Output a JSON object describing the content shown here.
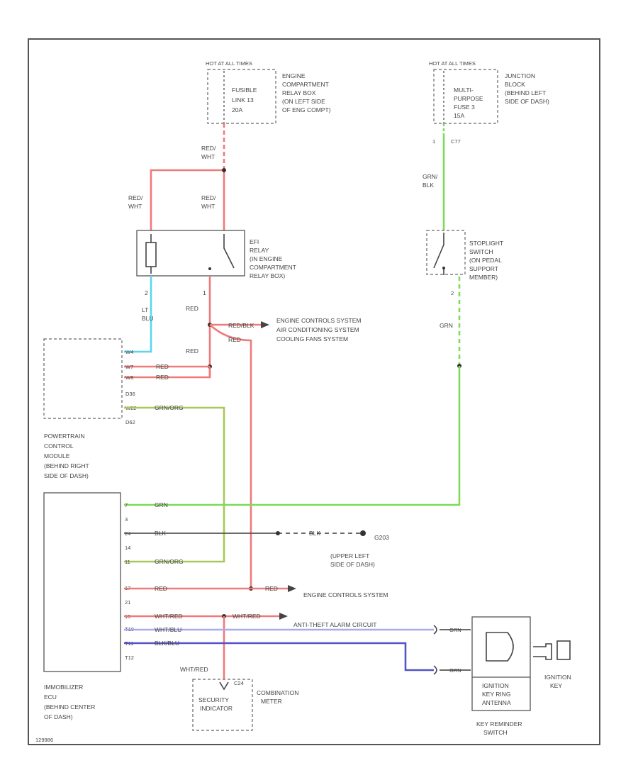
{
  "fuse1": {
    "hot": "HOT AT ALL TIMES",
    "label": [
      "FUSIBLE",
      "LINK 13",
      "20A"
    ],
    "location": [
      "ENGINE",
      "COMPARTMENT",
      "RELAY BOX",
      "(ON LEFT SIDE",
      "OF ENG COMPT)"
    ]
  },
  "fuse2": {
    "hot": "HOT AT ALL TIMES",
    "label": [
      "MULTI-",
      "PURPOSE",
      "FUSE 3",
      "15A"
    ],
    "location": [
      "JUNCTION",
      "BLOCK",
      "(BEHIND LEFT",
      "SIDE OF DASH)"
    ]
  },
  "efi_relay": {
    "label": [
      "EFI",
      "RELAY",
      "(IN ENGINE",
      "COMPARTMENT",
      "RELAY BOX)"
    ],
    "pin_coil": "2",
    "pin_contact": "1"
  },
  "stoplight": {
    "label": [
      "STOPLIGHT",
      "SWITCH",
      "(ON PEDAL",
      "SUPPORT",
      "MEMBER)"
    ],
    "pin_top": "1",
    "pin_bottom": "2",
    "connector_top": "C77"
  },
  "pcm": {
    "label": [
      "POWERTRAIN",
      "CONTROL",
      "MODULE",
      "(BEHIND RIGHT",
      "SIDE OF DASH)"
    ],
    "pins": [
      "W4",
      "W7",
      "W8",
      "D36",
      "W22",
      "D62"
    ]
  },
  "immobilizer": {
    "label": [
      "IMMOBILIZER",
      "ECU",
      "(BEHIND CENTER",
      "OF DASH)"
    ],
    "pins": [
      "7",
      "3",
      "24",
      "14",
      "11",
      "17",
      "21",
      "15",
      "T10",
      "T11",
      "T12"
    ]
  },
  "wires": {
    "red_wht_1": [
      "RED/",
      "WHT"
    ],
    "red_wht_2": [
      "RED/",
      "WHT"
    ],
    "red_wht_3": [
      "RED/",
      "WHT"
    ],
    "grn_blk": [
      "GRN/",
      "BLK"
    ],
    "lt_blu": [
      "LT",
      "BLU"
    ],
    "red": "RED",
    "red2": "RED",
    "grn": "GRN",
    "pcm_w4": "LT BLU",
    "pcm_w7": "RED",
    "pcm_w8": "RED",
    "pcm_w22": "GRN/ORG",
    "imm_7": "GRN",
    "imm_24": "BLK",
    "imm_11": "GRN/ORG",
    "imm_17": "RED",
    "imm_15": "WHT/RED",
    "imm_t10": "WHT/BLU",
    "imm_t11": "BLK/BLU",
    "ground_blk": "BLK",
    "branch_red": "RED",
    "right_red": "RED",
    "right_wr": "WHT/RED",
    "left_wr": "WHT/RED",
    "grn_ant_top": "GRN",
    "grn_ant_bot": "GRN",
    "red_blk": "RED/BLK"
  },
  "dest1": [
    "ENGINE CONTROLS SYSTEM",
    "AIR CONDITIONING SYSTEM",
    "COOLING FANS SYSTEM"
  ],
  "dest2": "ENGINE CONTROLS SYSTEM",
  "dest3": "ANTI-THEFT ALARM CIRCUIT",
  "ground": {
    "id": "G203",
    "location": [
      "(UPPER LEFT",
      "SIDE OF DASH)"
    ]
  },
  "combination_meter": {
    "label": [
      "COMBINATION",
      "METER"
    ],
    "indicator": [
      "SECURITY",
      "INDICATOR"
    ],
    "connector": "C24"
  },
  "key_switch": {
    "antenna": [
      "IGNITION",
      "KEY RING",
      "ANTENNA"
    ],
    "label": [
      "KEY REMINDER",
      "SWITCH"
    ]
  },
  "ignition_key": [
    "IGNITION",
    "KEY"
  ],
  "footer_code": "129986"
}
